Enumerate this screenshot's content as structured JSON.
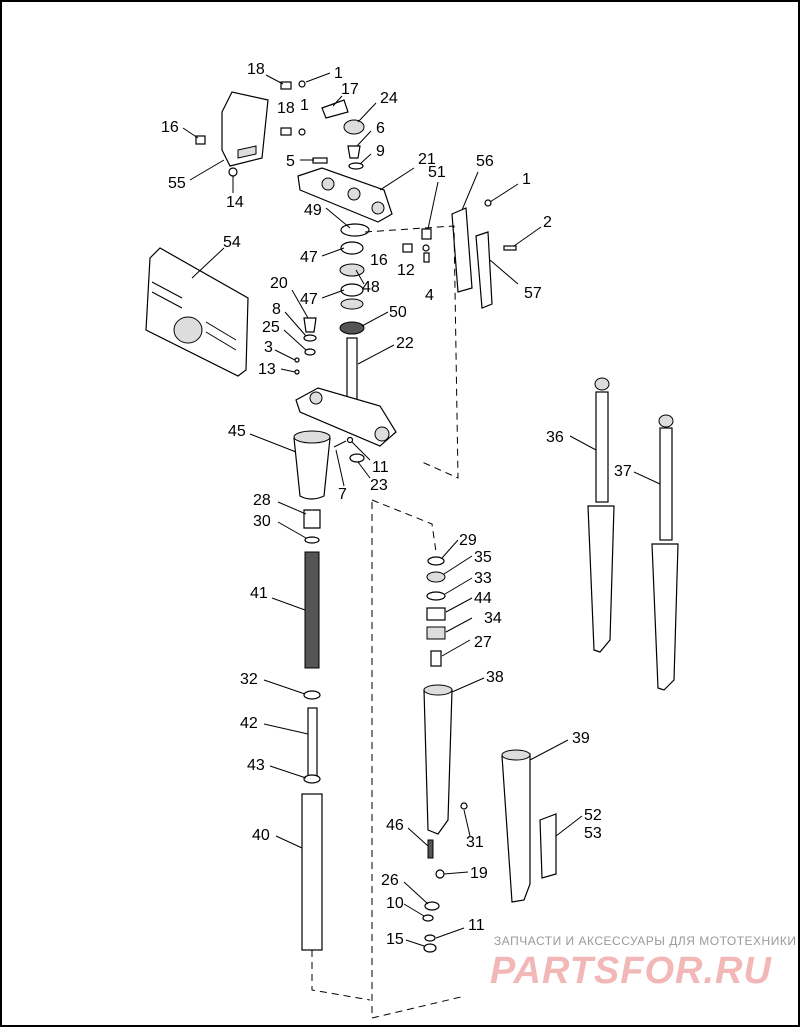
{
  "callouts": [
    {
      "id": "c-18a",
      "text": "18"
    },
    {
      "id": "c-1a",
      "text": "1"
    },
    {
      "id": "c-17",
      "text": "17"
    },
    {
      "id": "c-24",
      "text": "24"
    },
    {
      "id": "c-18b",
      "text": "18"
    },
    {
      "id": "c-1b",
      "text": "1"
    },
    {
      "id": "c-16a",
      "text": "16"
    },
    {
      "id": "c-6",
      "text": "6"
    },
    {
      "id": "c-9",
      "text": "9"
    },
    {
      "id": "c-5",
      "text": "5"
    },
    {
      "id": "c-21",
      "text": "21"
    },
    {
      "id": "c-51",
      "text": "51"
    },
    {
      "id": "c-56",
      "text": "56"
    },
    {
      "id": "c-55",
      "text": "55"
    },
    {
      "id": "c-14",
      "text": "14"
    },
    {
      "id": "c-1c",
      "text": "1"
    },
    {
      "id": "c-49",
      "text": "49"
    },
    {
      "id": "c-2",
      "text": "2"
    },
    {
      "id": "c-54",
      "text": "54"
    },
    {
      "id": "c-47a",
      "text": "47"
    },
    {
      "id": "c-16b",
      "text": "16"
    },
    {
      "id": "c-12",
      "text": "12"
    },
    {
      "id": "c-48",
      "text": "48"
    },
    {
      "id": "c-4",
      "text": "4"
    },
    {
      "id": "c-57",
      "text": "57"
    },
    {
      "id": "c-20",
      "text": "20"
    },
    {
      "id": "c-47b",
      "text": "47"
    },
    {
      "id": "c-8",
      "text": "8"
    },
    {
      "id": "c-50",
      "text": "50"
    },
    {
      "id": "c-25",
      "text": "25"
    },
    {
      "id": "c-22",
      "text": "22"
    },
    {
      "id": "c-3",
      "text": "3"
    },
    {
      "id": "c-13",
      "text": "13"
    },
    {
      "id": "c-45",
      "text": "45"
    },
    {
      "id": "c-36",
      "text": "36"
    },
    {
      "id": "c-37",
      "text": "37"
    },
    {
      "id": "c-11a",
      "text": "11"
    },
    {
      "id": "c-7",
      "text": "7"
    },
    {
      "id": "c-23",
      "text": "23"
    },
    {
      "id": "c-28",
      "text": "28"
    },
    {
      "id": "c-30",
      "text": "30"
    },
    {
      "id": "c-29",
      "text": "29"
    },
    {
      "id": "c-35",
      "text": "35"
    },
    {
      "id": "c-33",
      "text": "33"
    },
    {
      "id": "c-41",
      "text": "41"
    },
    {
      "id": "c-44",
      "text": "44"
    },
    {
      "id": "c-34",
      "text": "34"
    },
    {
      "id": "c-27",
      "text": "27"
    },
    {
      "id": "c-32",
      "text": "32"
    },
    {
      "id": "c-38",
      "text": "38"
    },
    {
      "id": "c-42",
      "text": "42"
    },
    {
      "id": "c-39",
      "text": "39"
    },
    {
      "id": "c-43",
      "text": "43"
    },
    {
      "id": "c-52",
      "text": "52"
    },
    {
      "id": "c-53",
      "text": "53"
    },
    {
      "id": "c-46",
      "text": "46"
    },
    {
      "id": "c-31",
      "text": "31"
    },
    {
      "id": "c-40",
      "text": "40"
    },
    {
      "id": "c-19",
      "text": "19"
    },
    {
      "id": "c-26",
      "text": "26"
    },
    {
      "id": "c-10",
      "text": "10"
    },
    {
      "id": "c-11b",
      "text": "11"
    },
    {
      "id": "c-15",
      "text": "15"
    }
  ],
  "watermark": {
    "tagline": "ЗАПЧАСТИ И АКСЕССУАРЫ ДЛЯ МОТОТЕХНИКИ",
    "logo": "PARTSFOR.RU",
    "logo_color": "#f2b8b8"
  }
}
